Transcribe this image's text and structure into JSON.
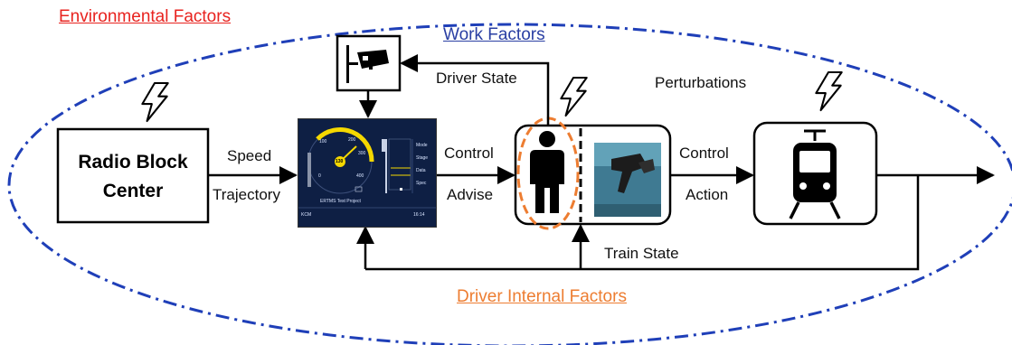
{
  "colors": {
    "environment": "#e8231f",
    "work": "#2a3fa3",
    "internal": "#ed7d31",
    "boundary": "#1f3fb8",
    "dmi_background": "#0e1f44",
    "speed_arc": "#f5d800"
  },
  "factors": {
    "environmental": "Environmental Factors",
    "work": "Work Factors",
    "driver_internal": "Driver Internal Factors"
  },
  "blocks": {
    "rbc_line1": "Radio Block",
    "rbc_line2": "Center",
    "camera_icon": "cctv-camera-icon",
    "driver_icon": "person-icon",
    "train_icon": "tram-icon",
    "disturbance_icon": "lightning-icon"
  },
  "signals": {
    "speed": "Speed",
    "trajectory": "Trajectory",
    "control": "Control",
    "advise": "Advise",
    "driver_state": "Driver State",
    "perturbations": "Perturbations",
    "control_out": "Control",
    "action": "Action",
    "train_state": "Train State"
  },
  "dmi": {
    "speed_value": "130",
    "scale_0": "0",
    "scale_100": "100",
    "scale_200": "200",
    "scale_300": "300",
    "scale_400": "400",
    "menu": [
      "Mode",
      "Stage",
      "Data",
      "Spec"
    ],
    "project": "ERTMS Test Project",
    "level": "KCM",
    "clock": "16:14"
  }
}
